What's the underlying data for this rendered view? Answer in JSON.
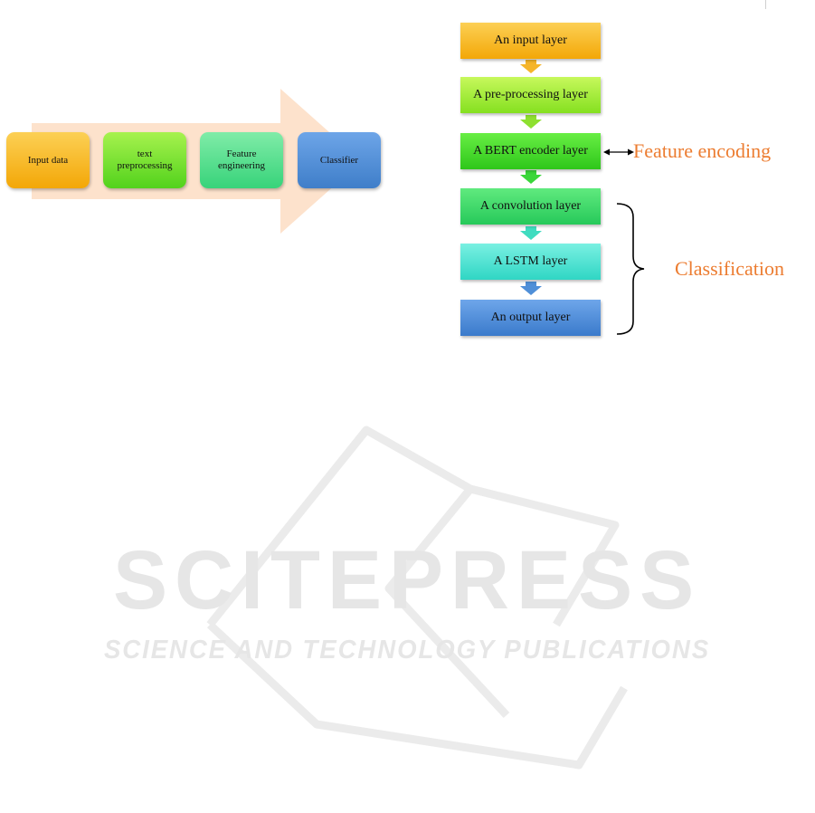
{
  "pipeline": {
    "steps": [
      {
        "label": "Input data",
        "color": "#f7b825"
      },
      {
        "label": "text preprocessing",
        "color": "#66da2a"
      },
      {
        "label": "Feature engineering",
        "color": "#48da8a"
      },
      {
        "label": "Classifier",
        "color": "#4f8ed8"
      }
    ],
    "arrow_color": "#fde2cc"
  },
  "stack": {
    "layers": [
      {
        "label": "An input layer",
        "color": "#f7b825"
      },
      {
        "label": "A pre-processing layer",
        "color": "#9fe838"
      },
      {
        "label": "A BERT encoder layer",
        "color": "#3fd62a"
      },
      {
        "label": "A convolution layer",
        "color": "#36d26a"
      },
      {
        "label": "A LSTM layer",
        "color": "#45dfcf"
      },
      {
        "label": "An output layer",
        "color": "#4d8bd9"
      }
    ],
    "annotations": {
      "feature_encoding": "Feature encoding",
      "classification": "Classification"
    },
    "annotation_color": "#ec7c30"
  },
  "watermark": {
    "brand": "SCITEPRESS",
    "tagline": "SCIENCE AND TECHNOLOGY PUBLICATIONS"
  }
}
